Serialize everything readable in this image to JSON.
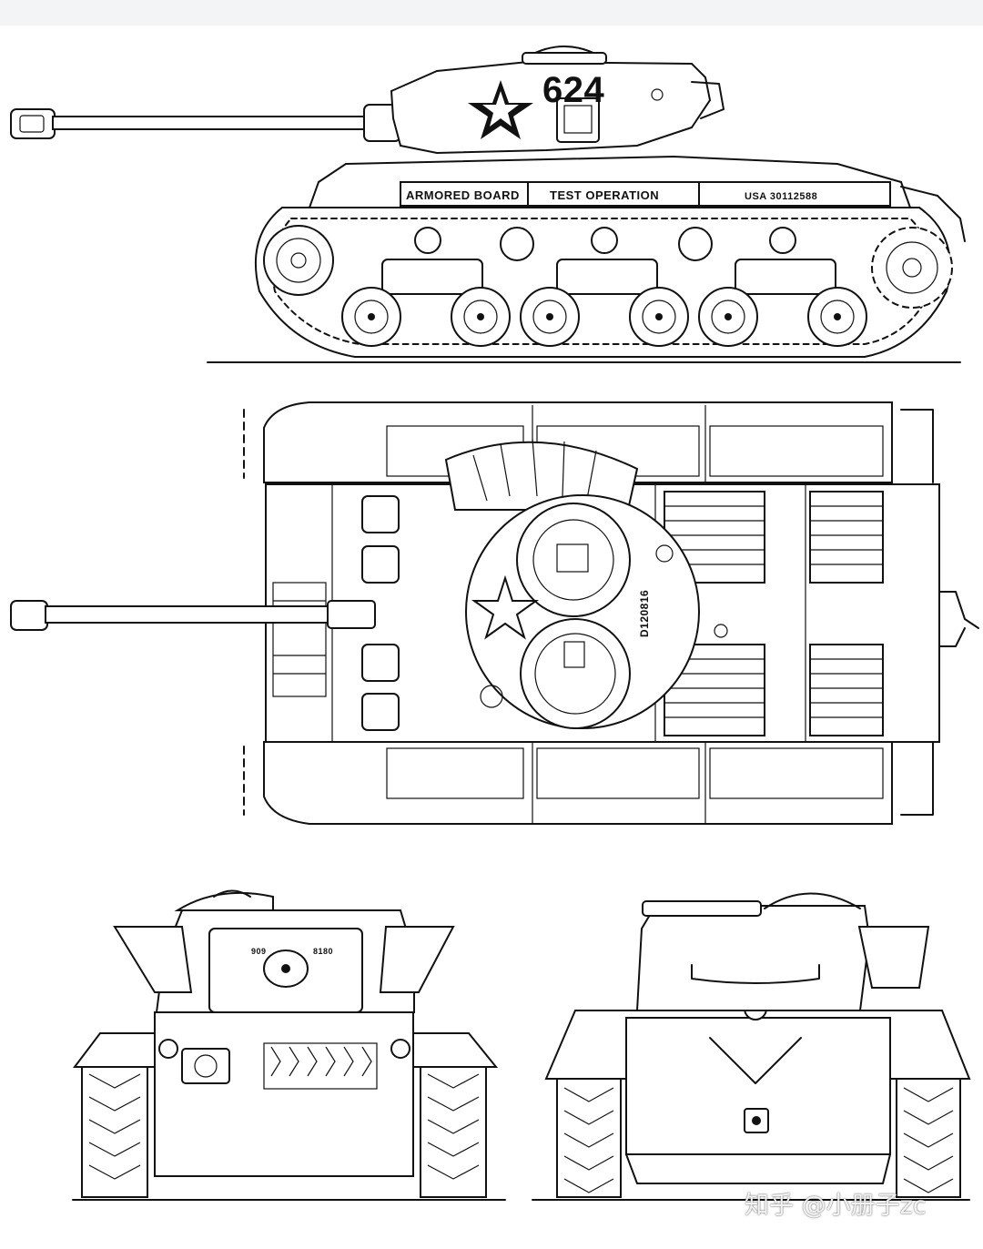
{
  "side_view": {
    "turret_number": "624",
    "plate_left": "ARMORED BOARD",
    "plate_center": "TEST OPERATION",
    "plate_right": "USA 30112588"
  },
  "top_view": {
    "turret_code": "D120816"
  },
  "front_view": {
    "plate_left": "909",
    "plate_right": "8180"
  },
  "watermark": "知乎 @小册子zc"
}
